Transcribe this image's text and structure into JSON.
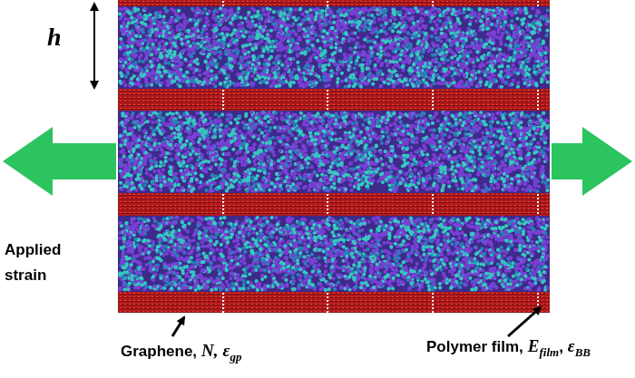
{
  "diagram": {
    "labels": [
      "h",
      "Applied strain",
      "Graphene,",
      "N,",
      "ε",
      "gp",
      "Polymer film,",
      "E",
      "film",
      ",",
      "ε",
      "BB"
    ]
  }
}
